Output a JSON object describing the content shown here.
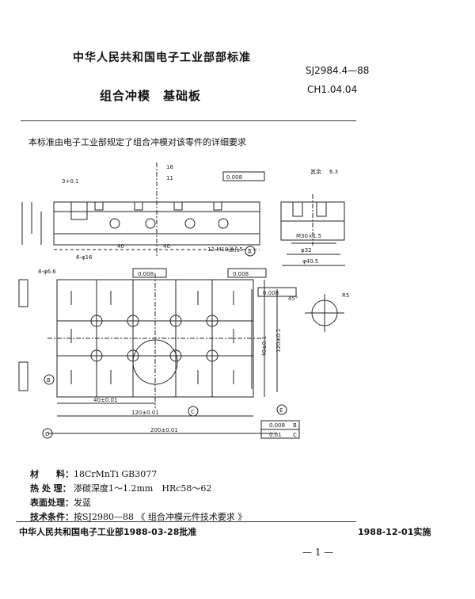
{
  "header": {
    "org_standard": "中华人民共和国电子工业部部标准",
    "std_code": "SJ2984.4—88",
    "part_code": "CH1.04.04",
    "title": "组合冲模　基础板"
  },
  "intro": "本标准由电子工业部规定了组合冲模对该零件的详细要求",
  "drawing": {
    "dims": {
      "d16": "16",
      "d11": "11",
      "d40_top": "40",
      "d40_mid": "40",
      "d40_pm": "40±0.01",
      "d120_pm": "120±0.01",
      "d200_pm": "200±0.01",
      "d120_v": "120±0.1",
      "d40_v": "40±0.1",
      "d32": "φ32",
      "d40_5": "φ40.5",
      "m30": "M30×1.5",
      "holes": "12-M10通孔5",
      "csk": "8-φ6.6",
      "small": "6-φ16",
      "t1": "3+0.1",
      "tol_a": "0.008",
      "tol_b": "0.008",
      "tol_c": "0.008",
      "tol_e": "0.008",
      "rough": "其余",
      "rough_val": "6.3",
      "angle": "45°",
      "r": "R5"
    },
    "datums": [
      "A",
      "B",
      "C",
      "D",
      "E"
    ],
    "fcf": {
      "row1": "0.008",
      "row1_d": "B",
      "row2": "0.01",
      "row2_d": "C"
    }
  },
  "specs": [
    {
      "key": "材　　料：",
      "val": "18CrMnTi  GB3077"
    },
    {
      "key": "热 处 理：",
      "val": "渗碳深度1～1.2mm　HRc58～62"
    },
    {
      "key": "表面处理：",
      "val": "发蓝"
    },
    {
      "key": "技术条件：",
      "val": "按SJ2980—88 《 组合冲模元件技术要求 》"
    }
  ],
  "footer": {
    "approved": "中华人民共和国电子工业部1988-03-28批准",
    "effective": "1988-12-01实施",
    "page": "— 1 —"
  }
}
